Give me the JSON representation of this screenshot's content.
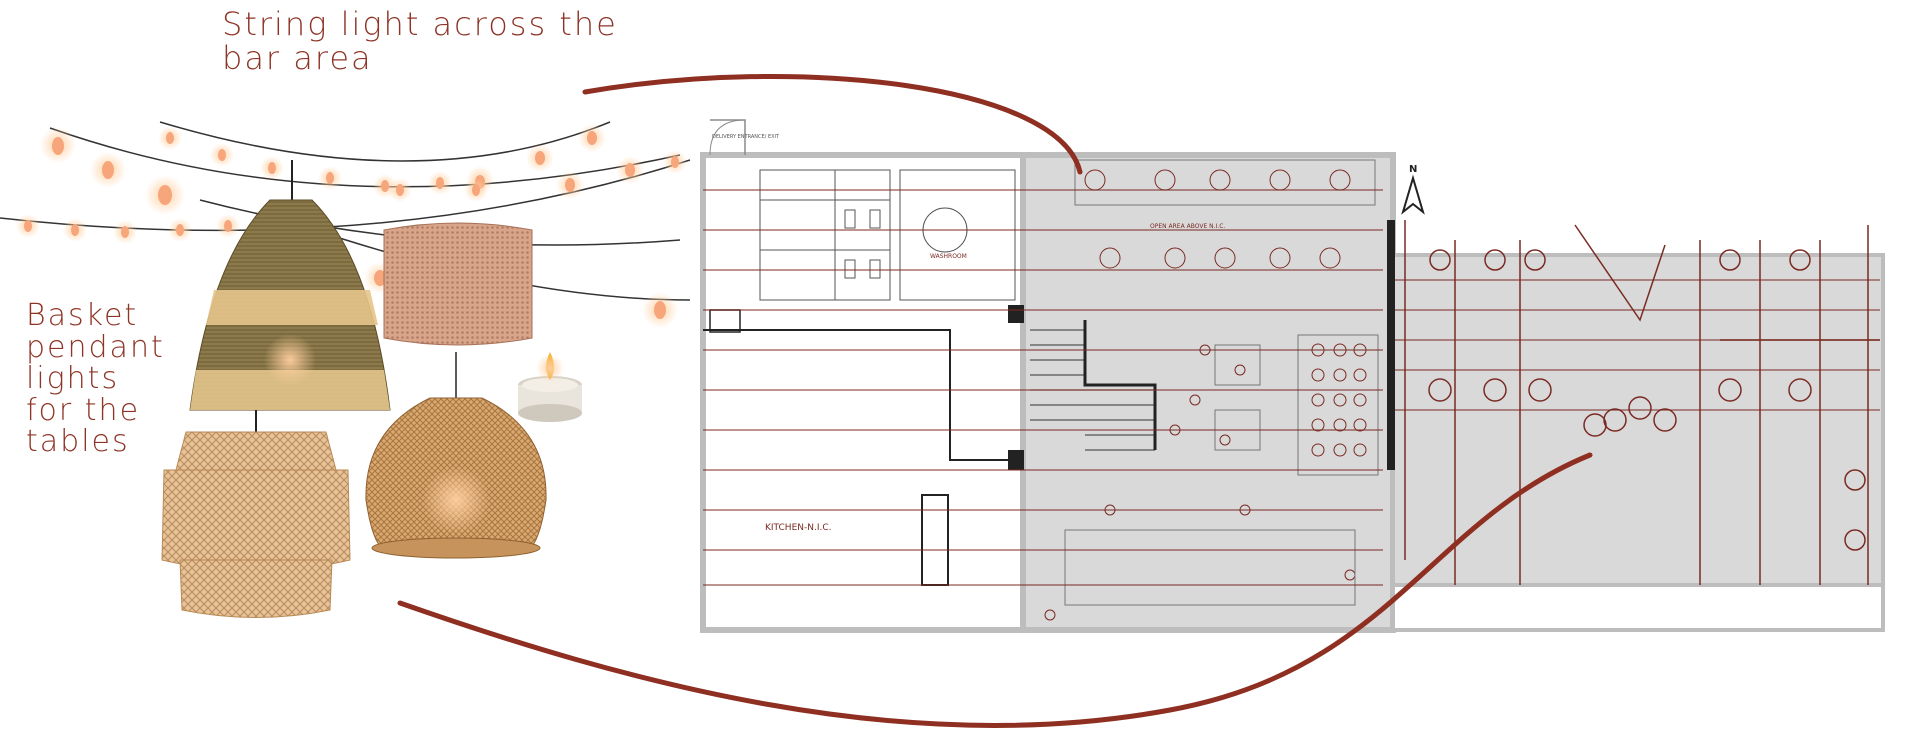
{
  "annotations": {
    "string_lights": "String light across the bar area",
    "basket_pendants": "Basket pendant lights for the tables"
  },
  "plan_labels": {
    "delivery": "DELIVERY ENTRANCE/ EXIT",
    "washroom": "WASHROOM",
    "kitchen": "KITCHEN-N.I.C.",
    "open_area": "OPEN AREA ABOVE N.I.C.",
    "north": "N"
  },
  "colors": {
    "accent": "#8e3426",
    "plan_line": "#7a2a22",
    "plan_fill": "#d9d9d9",
    "rattan": "#d9a873",
    "seagrass": "#8c7a4a"
  },
  "icons": [
    "string-light-bulb-icon",
    "north-arrow-icon",
    "tealight-candle-icon"
  ]
}
